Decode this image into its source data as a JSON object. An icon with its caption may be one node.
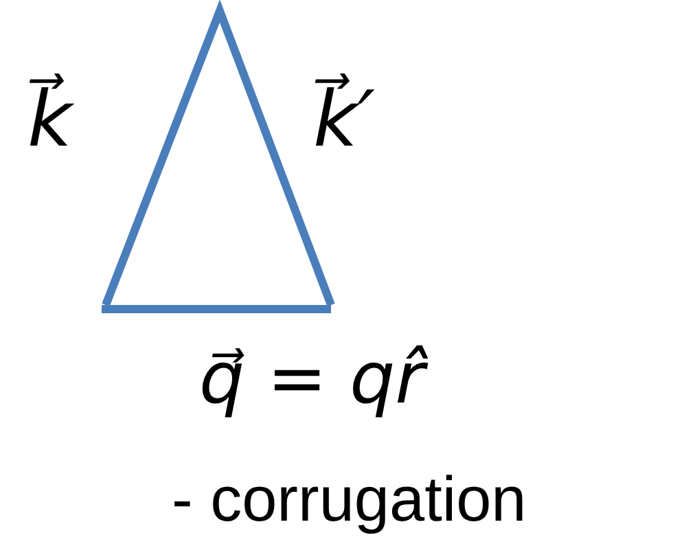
{
  "diagram": {
    "labels": [
      "k⃗",
      "k⃗′",
      "q⃗ = qr̂",
      "- corrugation"
    ]
  }
}
